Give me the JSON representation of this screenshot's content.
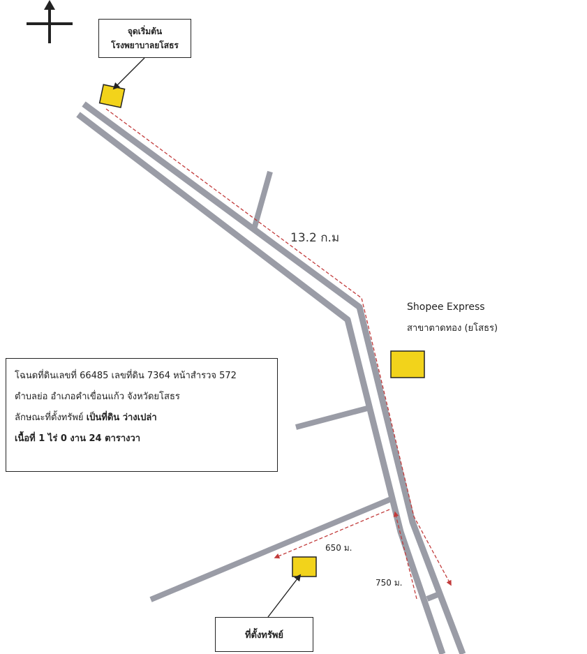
{
  "start": {
    "title": "จุดเริ่มต้น",
    "place": "โรงพยาบาลยโสธร"
  },
  "distances": {
    "main": "13.2 ก.ม",
    "side_650": "650 ม.",
    "side_750": "750 ม."
  },
  "landmark": {
    "name": "Shopee Express",
    "branch": "สาขาตาดทอง (ยโสธร)"
  },
  "info": {
    "line1": "โฉนดที่ดินเลขที่ 66485 เลขที่ดิน 7364 หน้าสำรวจ 572",
    "line2": "ตำบลย่อ อำเภอคำเขื่อนแก้ว จังหวัดยโสธร",
    "line3_prefix": "ลักษณะที่ตั้งทรัพย์",
    "line3_value": "เป็นที่ดิน ว่างเปล่า",
    "line4": "เนื้อที่ 1 ไร่ 0 งาน 24 ตารางวา"
  },
  "destination": {
    "label": "ที่ตั้งทรัพย์"
  },
  "colors": {
    "road": "#9a9ca6",
    "marker_fill": "#f2d31b",
    "route_dash": "#c23b3b",
    "ink": "#222222"
  },
  "icons": {
    "north": "north-arrow-icon",
    "marker": "yellow-square-marker-icon"
  }
}
